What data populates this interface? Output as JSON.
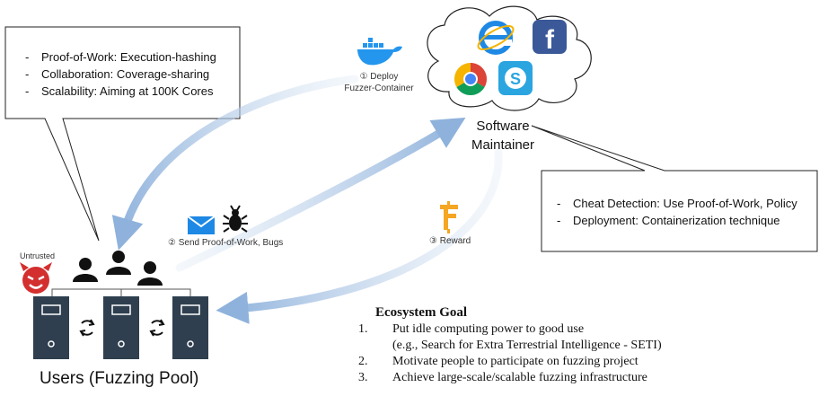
{
  "left_callout": {
    "items": [
      "Proof-of-Work: Execution-hashing",
      "Collaboration: Coverage-sharing",
      "Scalability: Aiming at 100K Cores"
    ]
  },
  "right_callout": {
    "items": [
      "Cheat Detection: Use Proof-of-Work, Policy",
      "Deployment: Containerization technique"
    ]
  },
  "cloud": {
    "title_line1": "Software",
    "title_line2": "Maintainer",
    "icons": [
      "docker-icon",
      "internet-explorer-icon",
      "facebook-icon",
      "chrome-icon",
      "skype-icon"
    ]
  },
  "steps": {
    "deploy_line1": "① Deploy",
    "deploy_line2": "Fuzzer-Container",
    "send": "② Send Proof-of-Work, Bugs",
    "reward": "③ Reward"
  },
  "users": {
    "untrusted_label": "Untrusted",
    "pool_label": "Users (Fuzzing Pool)"
  },
  "goal": {
    "title": "Ecosystem Goal",
    "items": [
      {
        "num": "1.",
        "text": "Put idle computing power to good use",
        "sub": "(e.g., Search for Extra Terrestrial Intelligence - SETI)"
      },
      {
        "num": "2.",
        "text": "Motivate people to participate on fuzzing project"
      },
      {
        "num": "3.",
        "text": "Achieve large-scale/scalable fuzzing infrastructure"
      }
    ]
  },
  "colors": {
    "arrow": "#9dbde0",
    "server": "#2f3f4f",
    "devil": "#d32f2f",
    "reward": "#f5a623",
    "facebook": "#3b5998",
    "skype": "#2aa5e0",
    "docker": "#2496ed",
    "ie": "#1e88e5"
  }
}
